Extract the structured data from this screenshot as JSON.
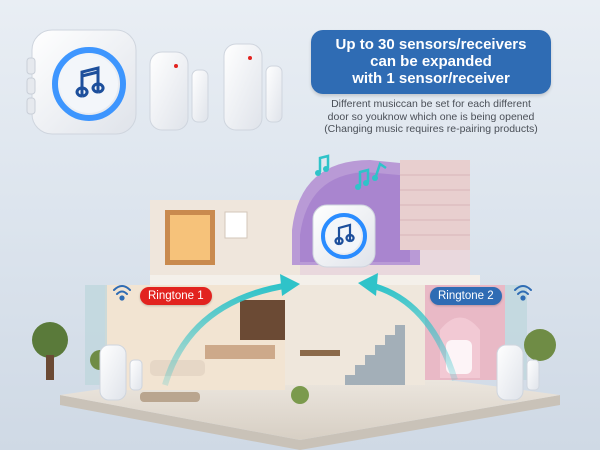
{
  "headline": {
    "line1": "Up to 30 sensors/receivers",
    "line2": "can be expanded",
    "line3": "with 1 sensor/receiver"
  },
  "subtext": {
    "line1": "Different musiccan be set for each different",
    "line2": "door so youknow which one is being opened",
    "line3": "(Changing music requires re-pairing products)"
  },
  "labels": {
    "ringtone1": "Ringtone 1",
    "ringtone2": "Ringtone 2"
  },
  "colors": {
    "headline_bg": "#2f6cb4",
    "ringtone1_bg": "#e2231f",
    "ringtone2_bg": "#2f6cb4",
    "signal_arrow": "#2fc3c9",
    "ring_glow": "#2a8cff"
  },
  "icons": {
    "receiver": "music-note-icon",
    "signal": "wifi-signal-icon"
  }
}
